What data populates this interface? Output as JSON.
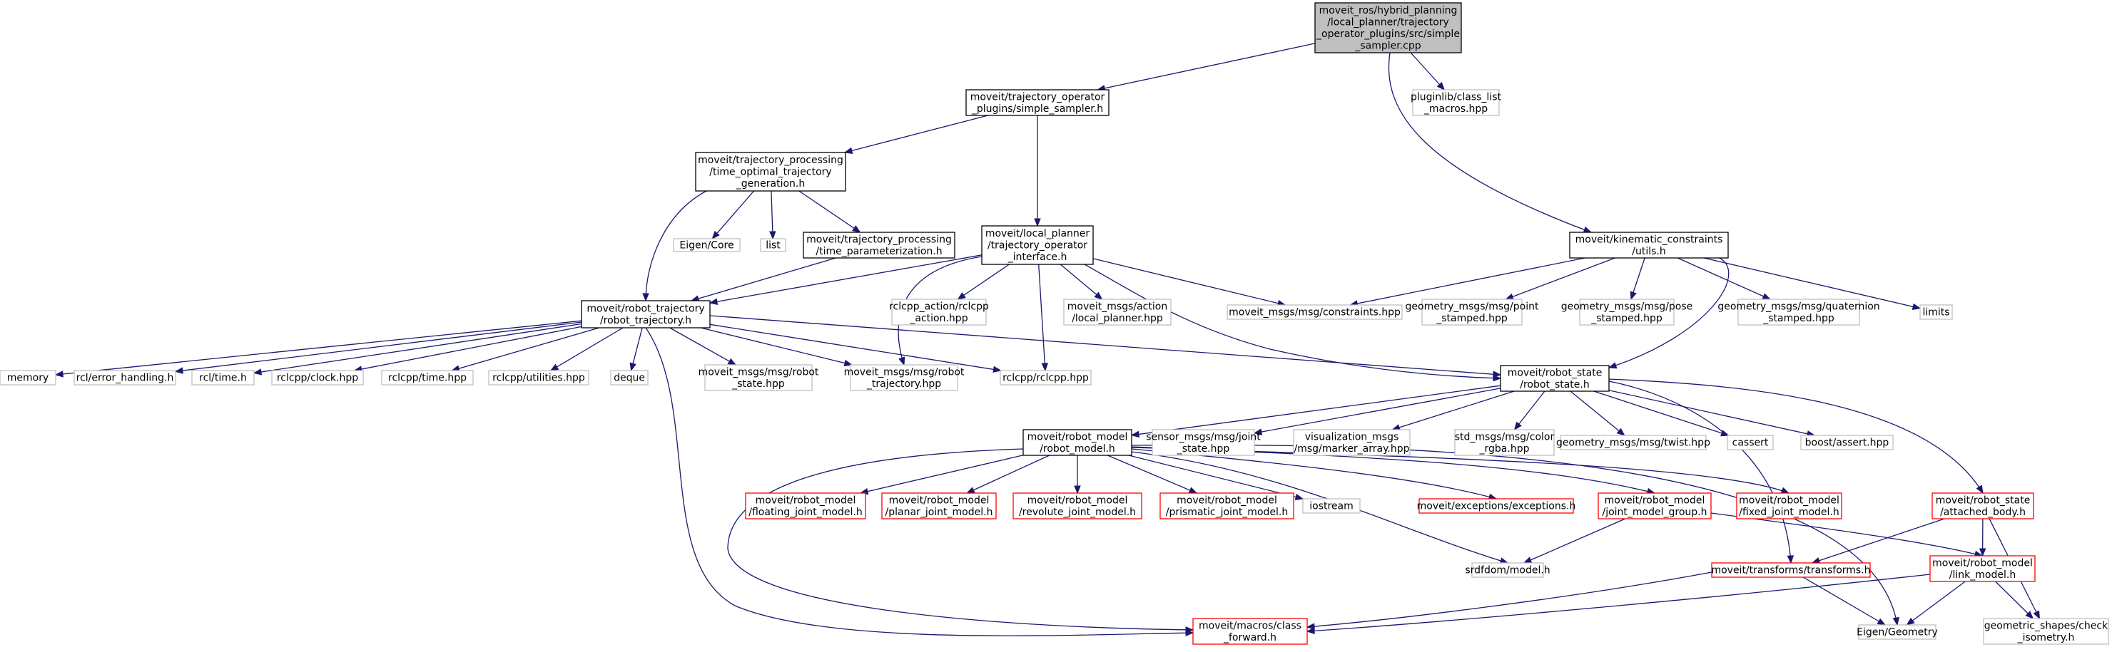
{
  "diagram": {
    "colors": {
      "edge": "#191970",
      "root_fill": "#bfbfbf",
      "root_border": "#000000",
      "doc_border": "#000000",
      "missing_border": "#ff0000",
      "external_border": "#bfbfbf",
      "background": "#ffffff"
    },
    "nodes": [
      {
        "id": "n0",
        "kind": "root",
        "lines": [
          "moveit_ros/hybrid_planning",
          "/local_planner/trajectory",
          "_operator_plugins/src/simple",
          "_sampler.cpp"
        ]
      },
      {
        "id": "n1",
        "kind": "doc",
        "lines": [
          "moveit/trajectory_operator",
          "_plugins/simple_sampler.h"
        ]
      },
      {
        "id": "n2",
        "kind": "external",
        "lines": [
          "pluginlib/class_list",
          "_macros.hpp"
        ]
      },
      {
        "id": "n3",
        "kind": "doc",
        "lines": [
          "moveit/kinematic_constraints",
          "/utils.h"
        ]
      },
      {
        "id": "n4",
        "kind": "doc",
        "lines": [
          "moveit/trajectory_processing",
          "/time_optimal_trajectory",
          "_generation.h"
        ]
      },
      {
        "id": "n5",
        "kind": "doc",
        "lines": [
          "moveit/local_planner",
          "/trajectory_operator",
          "_interface.h"
        ]
      },
      {
        "id": "n6",
        "kind": "external",
        "lines": [
          "Eigen/Core"
        ]
      },
      {
        "id": "n7",
        "kind": "external",
        "lines": [
          "list"
        ]
      },
      {
        "id": "n8",
        "kind": "doc",
        "lines": [
          "moveit/trajectory_processing",
          "/time_parameterization.h"
        ]
      },
      {
        "id": "n9",
        "kind": "external",
        "lines": [
          "rclcpp_action/rclcpp",
          "_action.hpp"
        ]
      },
      {
        "id": "n10",
        "kind": "external",
        "lines": [
          "moveit_msgs/action",
          "/local_planner.hpp"
        ]
      },
      {
        "id": "n11",
        "kind": "external",
        "lines": [
          "moveit_msgs/msg/constraints.hpp"
        ]
      },
      {
        "id": "n12",
        "kind": "external",
        "lines": [
          "geometry_msgs/msg/point",
          "_stamped.hpp"
        ]
      },
      {
        "id": "n13",
        "kind": "external",
        "lines": [
          "geometry_msgs/msg/pose",
          "_stamped.hpp"
        ]
      },
      {
        "id": "n14",
        "kind": "external",
        "lines": [
          "geometry_msgs/msg/quaternion",
          "_stamped.hpp"
        ]
      },
      {
        "id": "n15",
        "kind": "external",
        "lines": [
          "limits"
        ]
      },
      {
        "id": "n16",
        "kind": "doc",
        "lines": [
          "moveit/robot_trajectory",
          "/robot_trajectory.h"
        ]
      },
      {
        "id": "n17",
        "kind": "external",
        "lines": [
          "memory"
        ]
      },
      {
        "id": "n18",
        "kind": "external",
        "lines": [
          "rcl/error_handling.h"
        ]
      },
      {
        "id": "n19",
        "kind": "external",
        "lines": [
          "rcl/time.h"
        ]
      },
      {
        "id": "n20",
        "kind": "external",
        "lines": [
          "rclcpp/clock.hpp"
        ]
      },
      {
        "id": "n21",
        "kind": "external",
        "lines": [
          "rclcpp/time.hpp"
        ]
      },
      {
        "id": "n22",
        "kind": "external",
        "lines": [
          "rclcpp/utilities.hpp"
        ]
      },
      {
        "id": "n23",
        "kind": "external",
        "lines": [
          "deque"
        ]
      },
      {
        "id": "n24",
        "kind": "external",
        "lines": [
          "moveit_msgs/msg/robot",
          "_state.hpp"
        ]
      },
      {
        "id": "n25",
        "kind": "external",
        "lines": [
          "moveit_msgs/msg/robot",
          "_trajectory.hpp"
        ]
      },
      {
        "id": "n26",
        "kind": "external",
        "lines": [
          "rclcpp/rclcpp.hpp"
        ]
      },
      {
        "id": "n27",
        "kind": "doc",
        "lines": [
          "moveit/robot_state",
          "/robot_state.h"
        ]
      },
      {
        "id": "n28",
        "kind": "doc",
        "lines": [
          "moveit/robot_model",
          "/robot_model.h"
        ]
      },
      {
        "id": "n29",
        "kind": "external",
        "lines": [
          "sensor_msgs/msg/joint",
          "_state.hpp"
        ]
      },
      {
        "id": "n30",
        "kind": "external",
        "lines": [
          "visualization_msgs",
          "/msg/marker_array.hpp"
        ]
      },
      {
        "id": "n31",
        "kind": "external",
        "lines": [
          "std_msgs/msg/color",
          "_rgba.hpp"
        ]
      },
      {
        "id": "n32",
        "kind": "external",
        "lines": [
          "geometry_msgs/msg/twist.hpp"
        ]
      },
      {
        "id": "n33",
        "kind": "external",
        "lines": [
          "cassert"
        ]
      },
      {
        "id": "n34",
        "kind": "external",
        "lines": [
          "boost/assert.hpp"
        ]
      },
      {
        "id": "n35",
        "kind": "missing",
        "lines": [
          "moveit/robot_model",
          "/floating_joint_model.h"
        ]
      },
      {
        "id": "n36",
        "kind": "missing",
        "lines": [
          "moveit/robot_model",
          "/planar_joint_model.h"
        ]
      },
      {
        "id": "n37",
        "kind": "missing",
        "lines": [
          "moveit/robot_model",
          "/revolute_joint_model.h"
        ]
      },
      {
        "id": "n38",
        "kind": "missing",
        "lines": [
          "moveit/robot_model",
          "/prismatic_joint_model.h"
        ]
      },
      {
        "id": "n39",
        "kind": "external",
        "lines": [
          "iostream"
        ]
      },
      {
        "id": "n40",
        "kind": "missing",
        "lines": [
          "moveit/exceptions/exceptions.h"
        ]
      },
      {
        "id": "n41",
        "kind": "missing",
        "lines": [
          "moveit/robot_model",
          "/joint_model_group.h"
        ]
      },
      {
        "id": "n42",
        "kind": "missing",
        "lines": [
          "moveit/robot_model",
          "/fixed_joint_model.h"
        ]
      },
      {
        "id": "n43",
        "kind": "missing",
        "lines": [
          "moveit/robot_state",
          "/attached_body.h"
        ]
      },
      {
        "id": "n44",
        "kind": "external",
        "lines": [
          "srdfdom/model.h"
        ]
      },
      {
        "id": "n45",
        "kind": "missing",
        "lines": [
          "moveit/transforms/transforms.h"
        ]
      },
      {
        "id": "n46",
        "kind": "missing",
        "lines": [
          "moveit/robot_model",
          "/link_model.h"
        ]
      },
      {
        "id": "n47",
        "kind": "missing",
        "lines": [
          "moveit/macros/class",
          "_forward.h"
        ]
      },
      {
        "id": "n48",
        "kind": "external",
        "lines": [
          "Eigen/Geometry"
        ]
      },
      {
        "id": "n49",
        "kind": "external",
        "lines": [
          "geometric_shapes/check",
          "_isometry.h"
        ]
      }
    ],
    "edges": [
      [
        "n0",
        "n1"
      ],
      [
        "n0",
        "n2"
      ],
      [
        "n0",
        "n3"
      ],
      [
        "n1",
        "n4"
      ],
      [
        "n1",
        "n5"
      ],
      [
        "n4",
        "n6"
      ],
      [
        "n4",
        "n7"
      ],
      [
        "n4",
        "n8"
      ],
      [
        "n4",
        "n16"
      ],
      [
        "n8",
        "n16"
      ],
      [
        "n5",
        "n16"
      ],
      [
        "n5",
        "n9"
      ],
      [
        "n5",
        "n10"
      ],
      [
        "n5",
        "n11"
      ],
      [
        "n5",
        "n25"
      ],
      [
        "n5",
        "n26"
      ],
      [
        "n5",
        "n27"
      ],
      [
        "n3",
        "n11"
      ],
      [
        "n3",
        "n12"
      ],
      [
        "n3",
        "n13"
      ],
      [
        "n3",
        "n14"
      ],
      [
        "n3",
        "n15"
      ],
      [
        "n3",
        "n27"
      ],
      [
        "n16",
        "n17"
      ],
      [
        "n16",
        "n18"
      ],
      [
        "n16",
        "n19"
      ],
      [
        "n16",
        "n20"
      ],
      [
        "n16",
        "n21"
      ],
      [
        "n16",
        "n22"
      ],
      [
        "n16",
        "n23"
      ],
      [
        "n16",
        "n24"
      ],
      [
        "n16",
        "n25"
      ],
      [
        "n16",
        "n26"
      ],
      [
        "n16",
        "n27"
      ],
      [
        "n16",
        "n47"
      ],
      [
        "n27",
        "n28"
      ],
      [
        "n27",
        "n29"
      ],
      [
        "n27",
        "n30"
      ],
      [
        "n27",
        "n31"
      ],
      [
        "n27",
        "n32"
      ],
      [
        "n27",
        "n33"
      ],
      [
        "n27",
        "n34"
      ],
      [
        "n27",
        "n43"
      ],
      [
        "n27",
        "n45"
      ],
      [
        "n28",
        "n35"
      ],
      [
        "n28",
        "n36"
      ],
      [
        "n28",
        "n37"
      ],
      [
        "n28",
        "n38"
      ],
      [
        "n28",
        "n39"
      ],
      [
        "n28",
        "n40"
      ],
      [
        "n28",
        "n41"
      ],
      [
        "n28",
        "n42"
      ],
      [
        "n28",
        "n44"
      ],
      [
        "n28",
        "n47"
      ],
      [
        "n28",
        "n48"
      ],
      [
        "n41",
        "n44"
      ],
      [
        "n41",
        "n46"
      ],
      [
        "n43",
        "n45"
      ],
      [
        "n43",
        "n46"
      ],
      [
        "n43",
        "n49"
      ],
      [
        "n45",
        "n47"
      ],
      [
        "n45",
        "n48"
      ],
      [
        "n46",
        "n47"
      ],
      [
        "n46",
        "n48"
      ],
      [
        "n46",
        "n49"
      ]
    ]
  }
}
